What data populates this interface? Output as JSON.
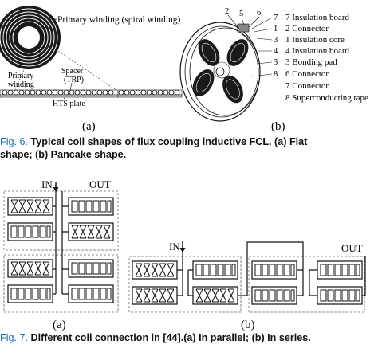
{
  "fig6": {
    "a": {
      "primary_spiral_label": "Primary winding (spiral winding)",
      "primary_label_line1": "Primary",
      "primary_label_line2": "winding",
      "spacer_label_line1": "Spacer",
      "spacer_label_line2": "(TRP)",
      "plate_label": "HTS plate",
      "panel_label": "(a)"
    },
    "b": {
      "callouts": [
        "2",
        "5",
        "6",
        "7",
        "1",
        "3",
        "4",
        "3",
        "8"
      ],
      "legend": [
        "7 Insulation board",
        "2 Connector",
        "1 Insulation core",
        "4 Insulation board",
        "3 Bonding pad",
        "6 Connector",
        "7 Connector",
        "8 Superconducting tape"
      ],
      "panel_label": "(b)"
    },
    "caption": {
      "fig": "Fig. 6.",
      "text_line1": "Typical coil shapes of flux coupling inductive FCL. (a) Flat",
      "text_line2": "shape; (b) Pancake shape."
    }
  },
  "fig7": {
    "a": {
      "in_label": "IN",
      "out_label": "OUT",
      "panel_label": "(a)"
    },
    "b": {
      "in_label": "IN",
      "out_label": "OUT",
      "panel_label": "(b)"
    },
    "caption": {
      "fig": "Fig. 7.",
      "text": "Different coil connection in [44].(a) In parallel; (b) In series."
    }
  }
}
